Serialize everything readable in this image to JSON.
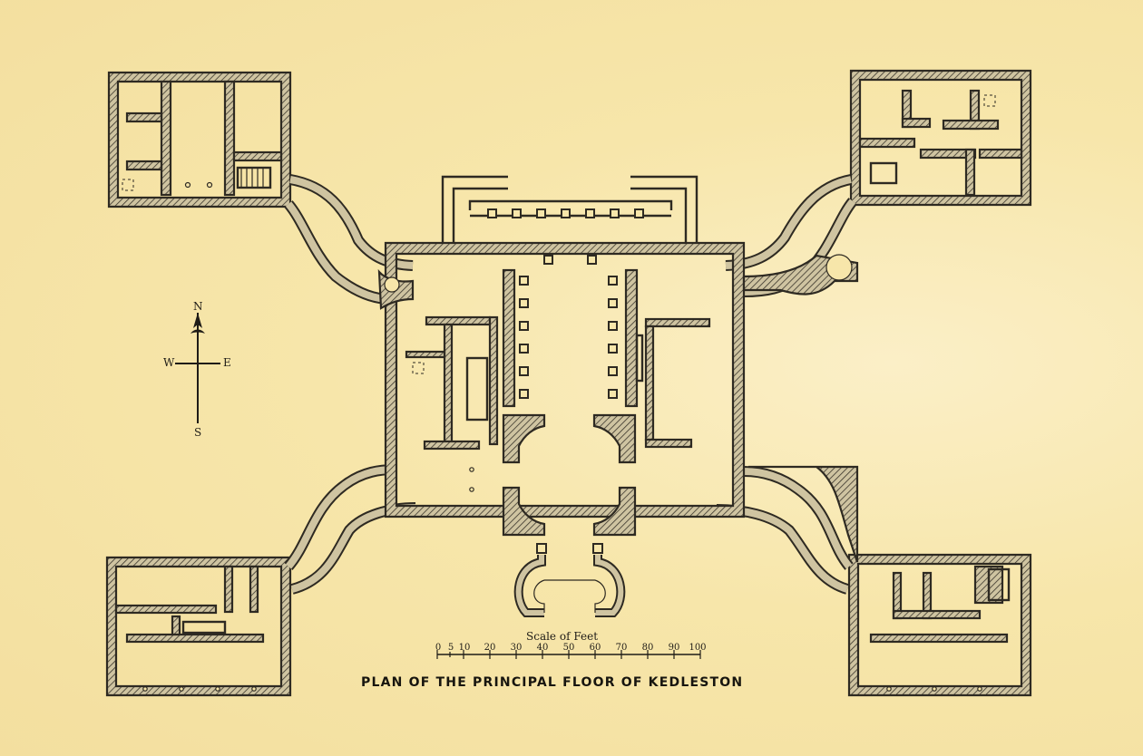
{
  "title": "PLAN OF THE PRINCIPAL FLOOR OF KEDLESTON",
  "compass": {
    "north": "N",
    "south": "S",
    "east": "E",
    "west": "W"
  },
  "scale": {
    "label": "Scale of Feet",
    "ticks": [
      "0",
      "5",
      "10",
      "20",
      "30",
      "40",
      "50",
      "60",
      "70",
      "80",
      "90",
      "100"
    ]
  },
  "colors": {
    "paper": "#f7e6aa",
    "ink": "#2e2a22",
    "hatch": "#b7ad8f"
  }
}
